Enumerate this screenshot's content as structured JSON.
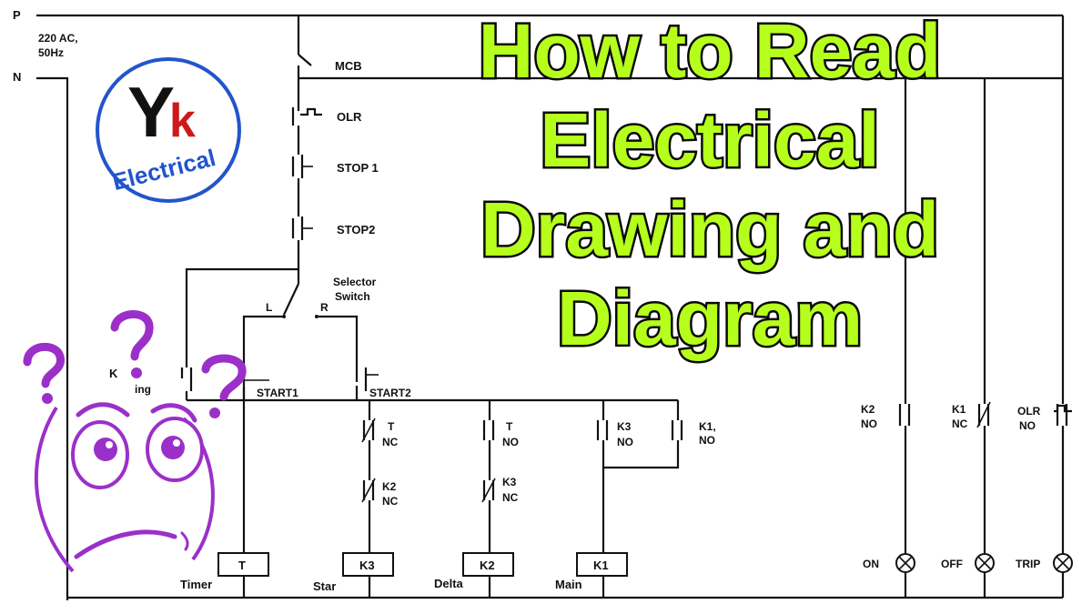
{
  "title_lines": [
    "How to Read",
    "Electrical",
    "Drawing and",
    "Diagram"
  ],
  "supply": {
    "phase": "P",
    "neutral": "N",
    "rating_line1": "220 AC,",
    "rating_line2": "50Hz"
  },
  "logo": {
    "letters_y": "Y",
    "letters_k": "k",
    "text": "Electrical"
  },
  "components": {
    "mcb": "MCB",
    "olr": "OLR",
    "stop1": "STOP 1",
    "stop2": "STOP2",
    "selector_line1": "Selector",
    "selector_line2": "Switch",
    "sel_l": "L",
    "sel_r": "R",
    "start1": "START1",
    "start2": "START2",
    "k_partial": "K",
    "ing_partial": "ing"
  },
  "contacts": {
    "t_nc_1": "T",
    "t_nc_2": "NC",
    "k2_nc_1": "K2",
    "k2_nc_2": "NC",
    "t_no_1": "T",
    "t_no_2": "NO",
    "k3_nc_1": "K3",
    "k3_nc_2": "NC",
    "k3_no_1": "K3",
    "k3_no_2": "NO",
    "k1_no_1": "K1,",
    "k1_no_2": "NO",
    "k2_no_1": "K2",
    "k2_no_2": "NO",
    "k1_nc_1": "K1",
    "k1_nc_2": "NC",
    "olr_no_1": "OLR",
    "olr_no_2": "NO"
  },
  "coils": {
    "timer_box": "T",
    "timer_label": "Timer",
    "star_box": "K3",
    "star_label": "Star",
    "delta_box": "K2",
    "delta_label": "Delta",
    "main_box": "K1",
    "main_label": "Main"
  },
  "lamps": {
    "on": "ON",
    "off": "OFF",
    "trip": "TRIP"
  },
  "colors": {
    "title_fill": "#b6ff1c",
    "logo_blue": "#2255cc",
    "logo_red": "#cc1a1a",
    "face_purple": "#9b30c8"
  }
}
